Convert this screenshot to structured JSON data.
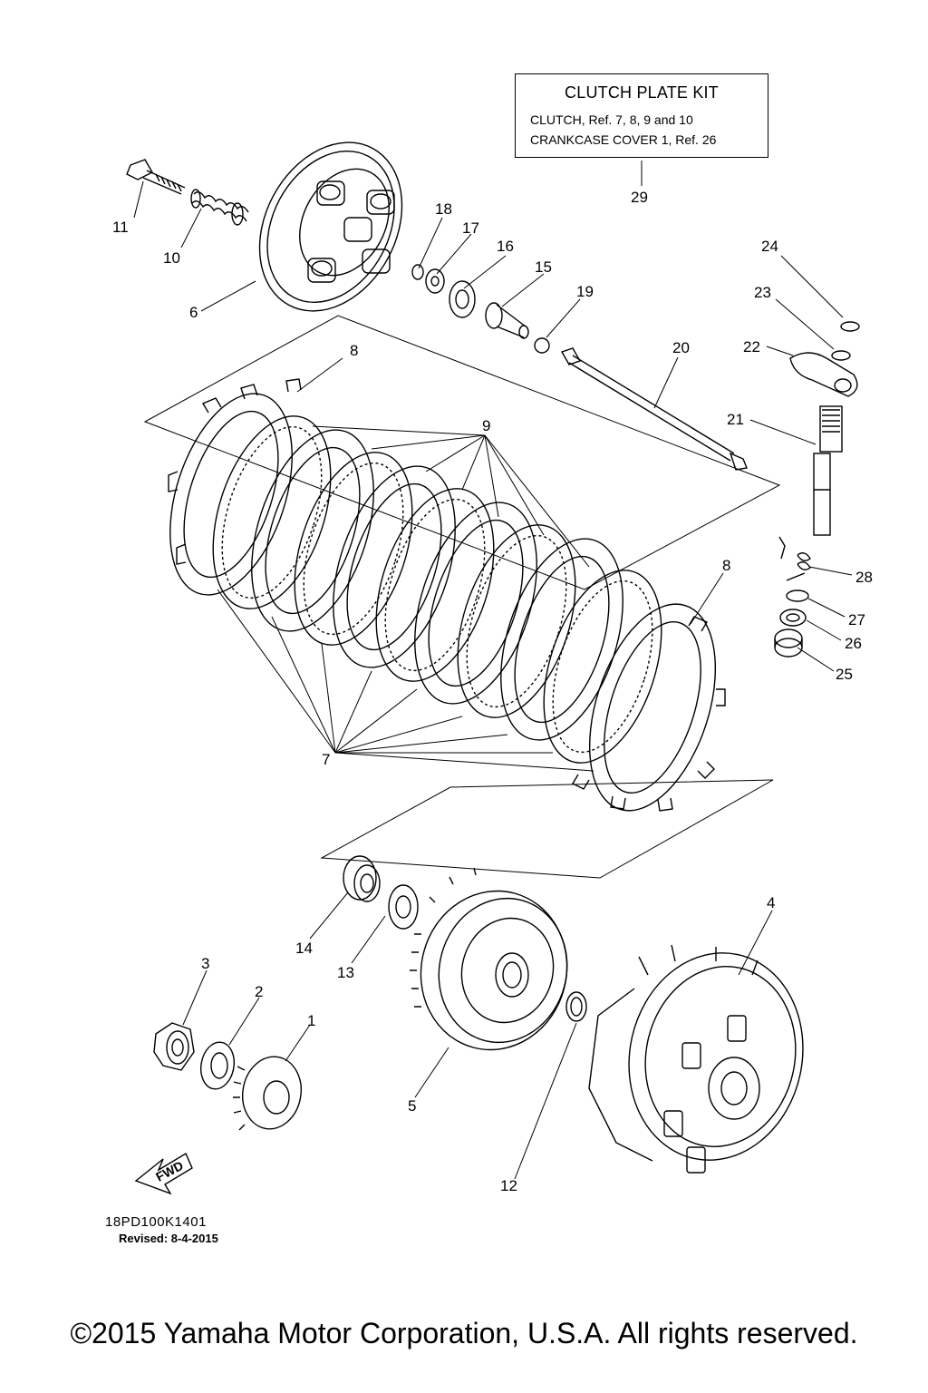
{
  "kit_box": {
    "title": "CLUTCH PLATE KIT",
    "line1": "CLUTCH, Ref. 7, 8, 9 and 10",
    "line2": "CRANKCASE COVER 1, Ref. 26"
  },
  "callouts": {
    "c1": "1",
    "c2": "2",
    "c3": "3",
    "c4": "4",
    "c5": "5",
    "c6": "6",
    "c7": "7",
    "c8a": "8",
    "c8b": "8",
    "c9": "9",
    "c10": "10",
    "c11": "11",
    "c12": "12",
    "c13": "13",
    "c14": "14",
    "c15": "15",
    "c16": "16",
    "c17": "17",
    "c18": "18",
    "c19": "19",
    "c20": "20",
    "c21": "21",
    "c22": "22",
    "c23": "23",
    "c24": "24",
    "c25": "25",
    "c26": "26",
    "c27": "27",
    "c28": "28",
    "c29": "29"
  },
  "fwd_label": "FWD",
  "drawing_code": "18PD100K1401",
  "revised": "Revised: 8-4-2015",
  "copyright": "©2015 Yamaha Motor Corporation, U.S.A. All rights reserved."
}
